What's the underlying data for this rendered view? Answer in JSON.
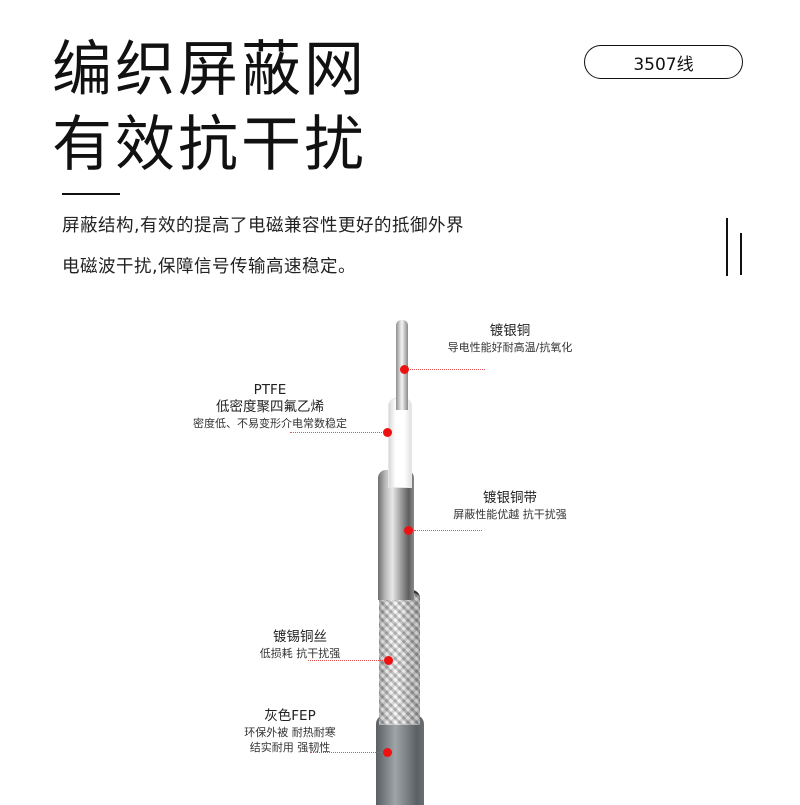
{
  "header": {
    "title_line1": "编织屏蔽网",
    "title_line2": "有效抗干扰",
    "badge": "3507线"
  },
  "description": {
    "line1": "屏蔽结构,有效的提高了电磁兼容性更好的抵御外界",
    "line2": "电磁波干扰,保障信号传输高速稳定。"
  },
  "cable_layers": [
    {
      "name": "镀银铜",
      "details": [
        "导电性能好耐高温/抗氧化"
      ],
      "side": "right"
    },
    {
      "name": "PTFE",
      "subtitle": "低密度聚四氟乙烯",
      "details": [
        "密度低、不易变形介电常数稳定"
      ],
      "side": "left"
    },
    {
      "name": "镀银铜带",
      "details": [
        "屏蔽性能优越 抗干扰强"
      ],
      "side": "right"
    },
    {
      "name": "镀锡铜丝",
      "details": [
        "低损耗 抗干扰强"
      ],
      "side": "left"
    },
    {
      "name": "灰色FEP",
      "details": [
        "环保外被 耐热耐寒",
        "结实耐用 强韧性"
      ],
      "side": "left"
    }
  ],
  "colors": {
    "marker": "#ee1111",
    "jacket": "#7c8185",
    "text": "#111111"
  }
}
